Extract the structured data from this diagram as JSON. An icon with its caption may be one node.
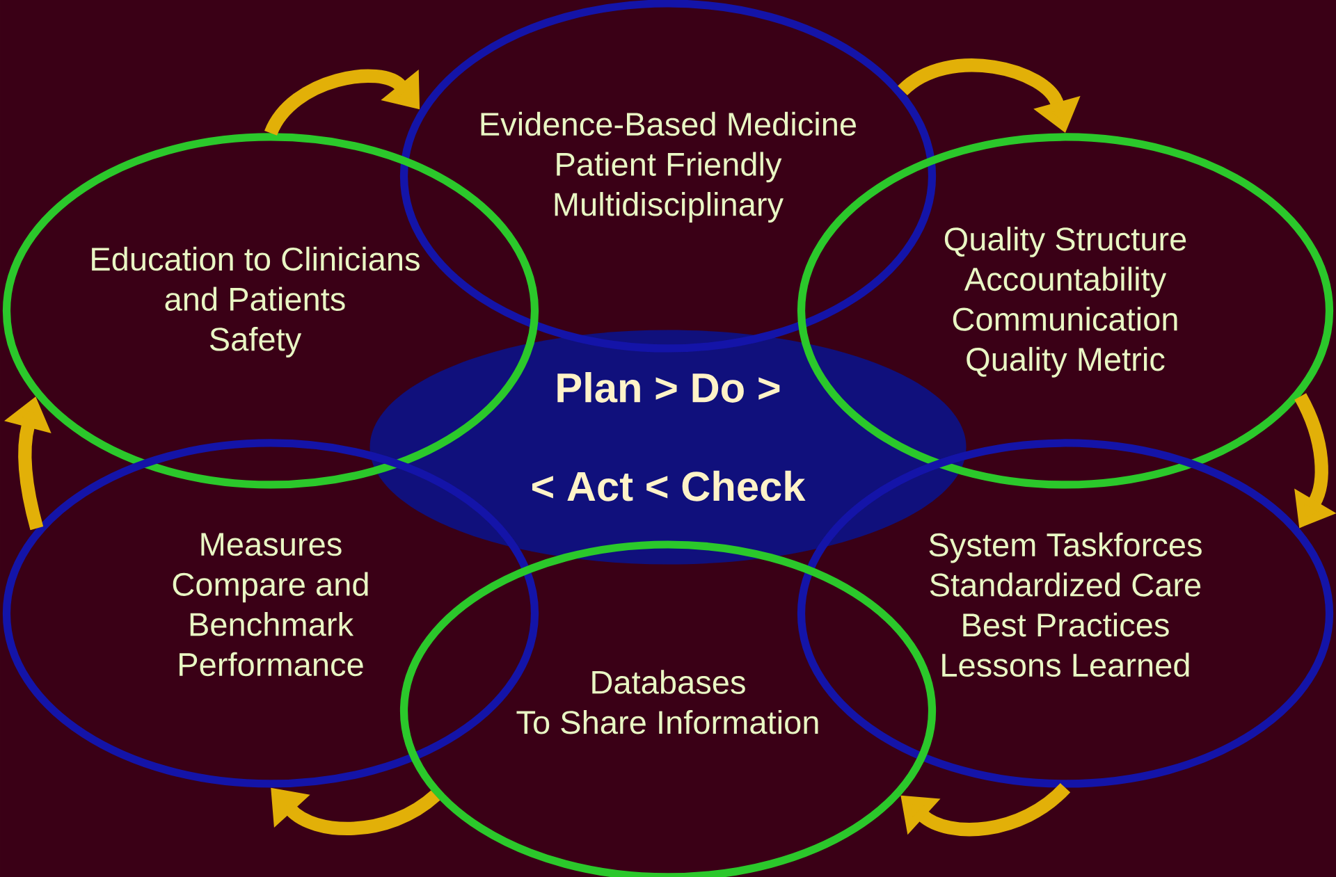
{
  "diagram": {
    "nodes": [
      {
        "text": [
          "Evidence-Based Medicine",
          "Patient Friendly",
          "Multidisciplinary"
        ]
      },
      {
        "text": [
          "Education to Clinicians and Patients",
          "Safety"
        ]
      },
      {
        "text": [
          "Quality Structure",
          "Accountability",
          "Communication",
          "Quality Metric"
        ]
      },
      {
        "text": [
          "Plan > Do >",
          "< Act < Check"
        ]
      },
      {
        "text": [
          "Measures",
          "Compare and Benchmark Performance"
        ]
      },
      {
        "text": [
          "System Taskforces",
          "Standardized Care",
          "Best Practices",
          "Lessons Learned"
        ]
      },
      {
        "text": [
          "Databases",
          "To Share Information"
        ]
      }
    ],
    "edges": [
      {
        "from": 1,
        "to": 0,
        "arrow": "to"
      },
      {
        "from": 0,
        "to": 2,
        "arrow": "to"
      },
      {
        "from": 2,
        "to": 5,
        "arrow": "to"
      },
      {
        "from": 5,
        "to": 6,
        "arrow": "to"
      },
      {
        "from": 6,
        "to": 4,
        "arrow": "to"
      },
      {
        "from": 4,
        "to": 1,
        "arrow": "to"
      }
    ]
  }
}
